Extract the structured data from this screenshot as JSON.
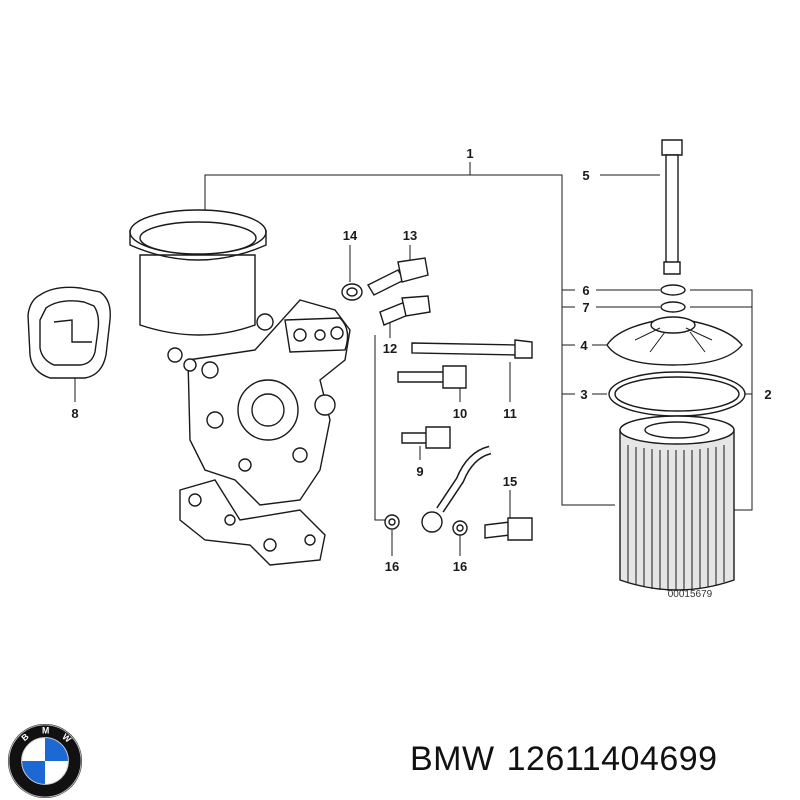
{
  "diagram": {
    "callouts": {
      "c1": "1",
      "c2": "2",
      "c3": "3",
      "c4": "4",
      "c5": "5",
      "c6": "6",
      "c7": "7",
      "c8": "8",
      "c9": "9",
      "c10": "10",
      "c11": "11",
      "c12": "12",
      "c13": "13",
      "c14": "14",
      "c15": "15",
      "c16a": "16",
      "c16b": "16"
    },
    "reference_number": "00015679"
  },
  "footer": {
    "brand": "BMW",
    "part_number": "12611404699",
    "logo_letters": "BMW"
  },
  "colors": {
    "logo_blue": "#1c69d4",
    "logo_ring": "#111111",
    "line": "#1a1a1a"
  }
}
